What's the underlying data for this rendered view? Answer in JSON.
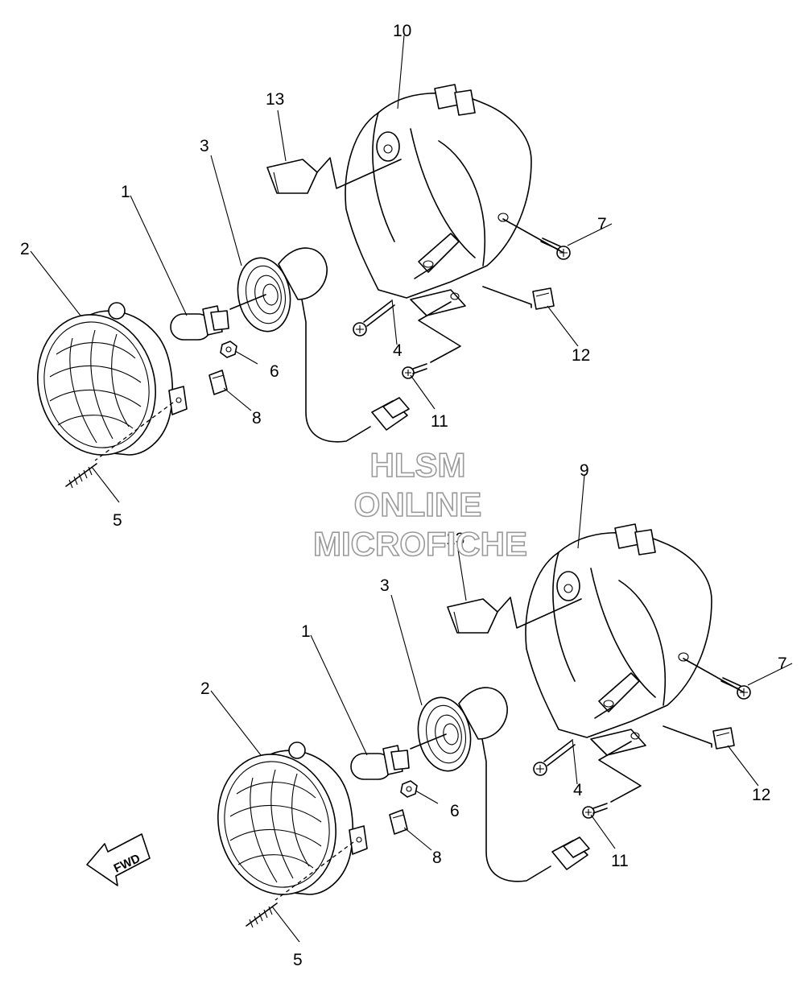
{
  "watermark": {
    "line1": "HLSM",
    "line2": "ONLINE",
    "line3": "MICROFICHE"
  },
  "direction_arrow": {
    "label": "FWD",
    "icon": "fwd-arrow-icon"
  },
  "upper_assembly": {
    "callouts": {
      "c1": "1",
      "c2": "2",
      "c3": "3",
      "c4": "4",
      "c5": "5",
      "c6": "6",
      "c7": "7",
      "c8": "8",
      "c10": "10",
      "c11": "11",
      "c12": "12",
      "c13": "13"
    }
  },
  "lower_assembly": {
    "callouts": {
      "c1": "1",
      "c2": "2",
      "c3": "3",
      "c4": "4",
      "c5": "5",
      "c6": "6",
      "c7": "7",
      "c8": "8",
      "c9": "9",
      "c11": "11",
      "c12": "12",
      "c13": "13"
    }
  }
}
